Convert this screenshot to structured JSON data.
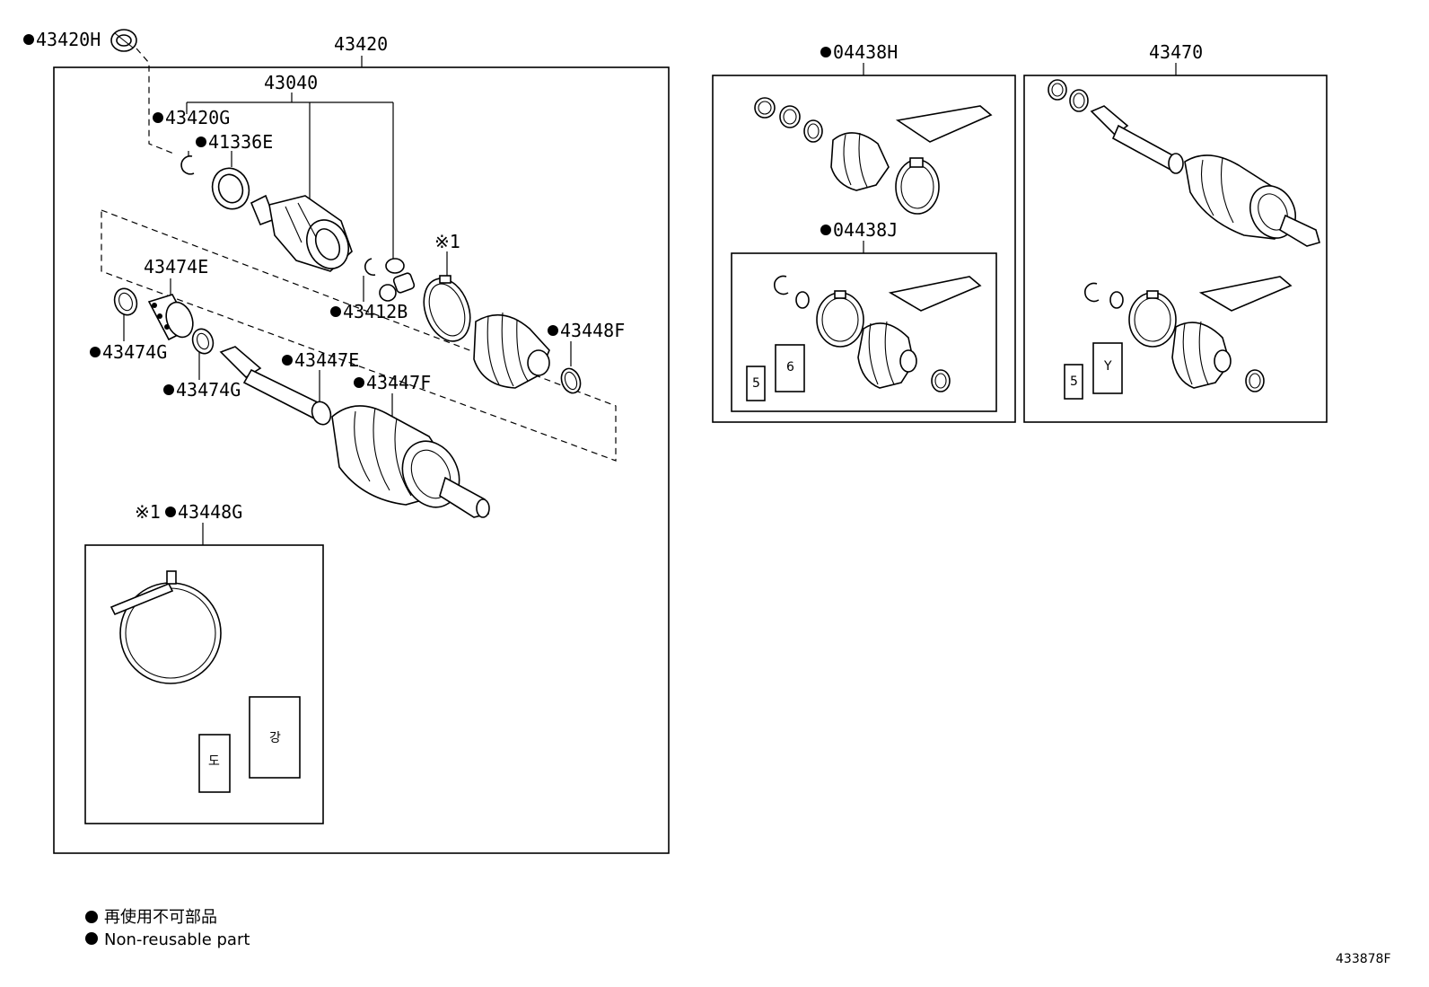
{
  "labels": {
    "p43420H": "43420H",
    "p43420": "43420",
    "p43040": "43040",
    "p43420G": "43420G",
    "p41336E": "41336E",
    "p43474E": "43474E",
    "p43412B": "43412B",
    "note1_top": "※1",
    "p43448F": "43448F",
    "p43474G_a": "43474G",
    "p43474G_b": "43474G",
    "p43447E": "43447E",
    "p43447F": "43447F",
    "note1_bottom": "※1",
    "p43448G": "43448G",
    "p04438H": "04438H",
    "p43470": "43470",
    "p04438J": "04438J"
  },
  "legend": {
    "line_jp": "再使用不可部品",
    "line_en": "Non-reusable part"
  },
  "figure_ref": "433878F",
  "colors": {
    "ink": "#000000",
    "paper": "#ffffff"
  }
}
